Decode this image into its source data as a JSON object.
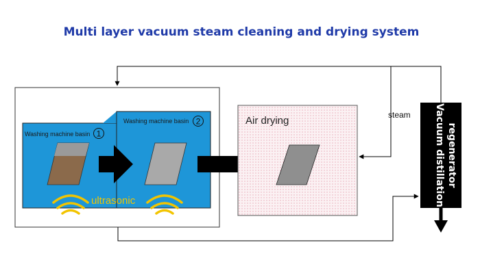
{
  "title": "Multi layer vacuum steam cleaning and drying system",
  "basin1": {
    "label": "Washing machine basin",
    "number": "1"
  },
  "basin2": {
    "label": "Washing machine basin",
    "number": "2"
  },
  "air_drying": {
    "label": "Air drying"
  },
  "ultrasonic": {
    "label": "ultrasonic"
  },
  "steam": {
    "label": "steam"
  },
  "regenerator": {
    "line1": "Vacuum distillation",
    "line2": "regenerator"
  },
  "colors": {
    "basin": "#1e96d8",
    "title": "#1f3aa8",
    "ultrasonic": "#f2c400",
    "regenerator": "#000000"
  }
}
